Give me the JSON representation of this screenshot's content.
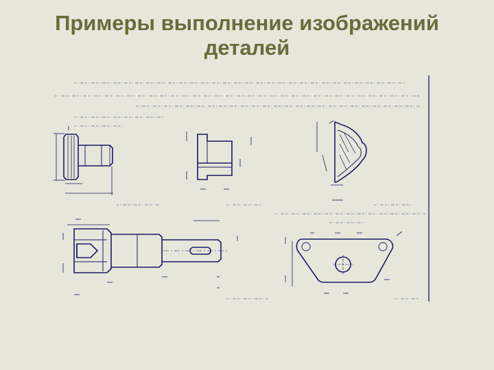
{
  "slide": {
    "title_line1": "Примеры выполнение изображений",
    "title_line2": "деталей"
  },
  "colors": {
    "background": "#e6e6da",
    "title": "#6b6b3c",
    "ink": "#1a1a66",
    "faint_ink": "#8a8aa8"
  },
  "icons": [
    "button-detail-drawing",
    "bushing-detail-drawing",
    "cap-detail-drawing",
    "shaft-detail-drawing",
    "plate-detail-drawing"
  ]
}
